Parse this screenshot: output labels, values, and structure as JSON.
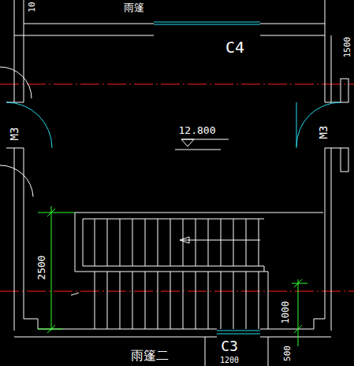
{
  "diagram": {
    "labels": [
      "10",
      "雨篷",
      "1500",
      "C4",
      "M3",
      "M3",
      "12.800",
      "2500",
      "1000",
      "雨篷二",
      "C3",
      "1200",
      "500"
    ]
  }
}
